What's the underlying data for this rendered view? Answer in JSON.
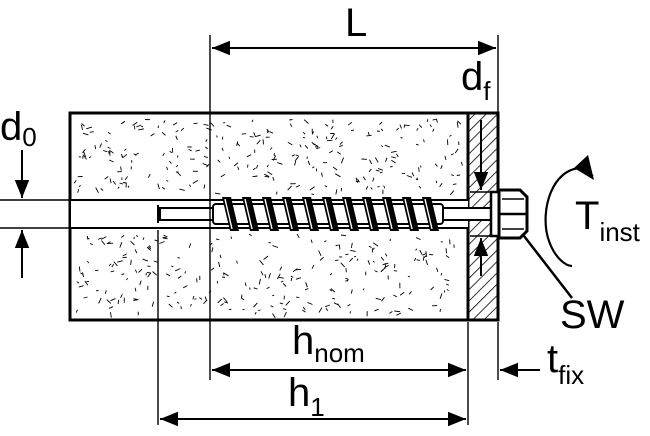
{
  "labels": {
    "L": "L",
    "df_main": "d",
    "df_sub": "f",
    "d0_main": "d",
    "d0_sub": "0",
    "tinst_main": "T",
    "tinst_sub": "inst",
    "sw": "SW",
    "hnom_main": "h",
    "hnom_sub": "nom",
    "tfix_main": "t",
    "tfix_sub": "fix",
    "h1_main": "h",
    "h1_sub": "1"
  }
}
